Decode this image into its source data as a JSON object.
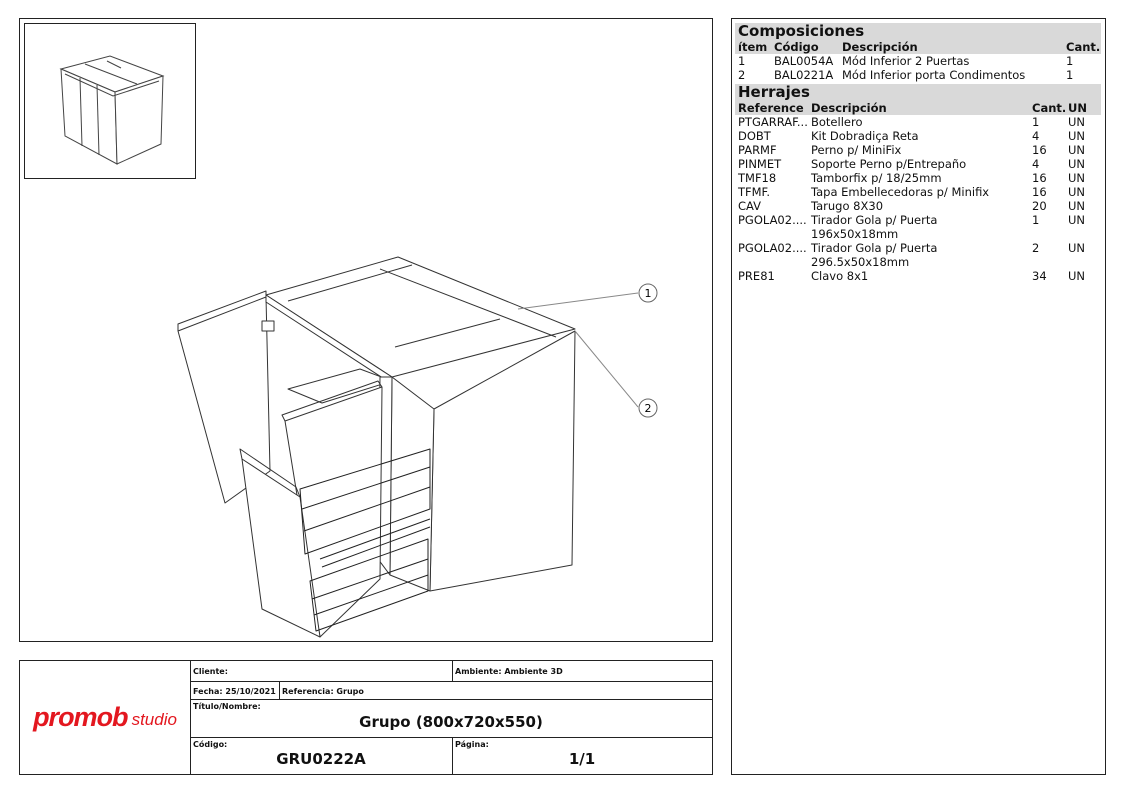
{
  "compositions": {
    "title": "Composiciones",
    "headers": [
      "ítem",
      "Código",
      "Descripción",
      "Cant."
    ],
    "rows": [
      [
        "1",
        "BAL0054A",
        "Mód Inferior 2 Puertas",
        "1"
      ],
      [
        "2",
        "BAL0221A",
        "Mód Inferior porta Condimentos",
        "1"
      ]
    ]
  },
  "hardware": {
    "title": "Herrajes",
    "headers": [
      "Reference",
      "Descripción",
      "Cant.",
      "UN"
    ],
    "rows": [
      [
        "PTGARRAF...",
        "Botellero",
        "1",
        "UN"
      ],
      [
        "DOBT",
        "Kit Dobradiça Reta",
        "4",
        "UN"
      ],
      [
        "PARMF",
        "Perno p/ MiniFix",
        "16",
        "UN"
      ],
      [
        "PINMET",
        "Soporte Perno p/Entrepaño",
        "4",
        "UN"
      ],
      [
        "TMF18",
        "Tamborfix p/ 18/25mm",
        "16",
        "UN"
      ],
      [
        "TFMF.",
        "Tapa Embellecedoras p/ Minifix",
        "16",
        "UN"
      ],
      [
        "CAV",
        "Tarugo 8X30",
        "20",
        "UN"
      ],
      [
        "PGOLA02....",
        "Tirador Gola p/ Puerta 196x50x18mm",
        "1",
        "UN"
      ],
      [
        "PGOLA02....",
        "Tirador Gola p/ Puerta 296.5x50x18mm",
        "2",
        "UN"
      ],
      [
        "PRE81",
        "Clavo 8x1",
        "34",
        "UN"
      ]
    ]
  },
  "callouts": [
    "1",
    "2"
  ],
  "title_block": {
    "logo_main": "promob",
    "logo_sub": "studio",
    "cliente_label": "Cliente:",
    "ambiente_label": "Ambiente: Ambiente 3D",
    "fecha_label": "Fecha: 25/10/2021",
    "referencia_label": "Referencia: Grupo",
    "titulo_label": "Título/Nombre:",
    "titulo_value": "Grupo (800x720x550)",
    "codigo_label": "Código:",
    "codigo_value": "GRU0222A",
    "pagina_label": "Página:",
    "pagina_value": "1/1"
  },
  "colors": {
    "logo_red": "#e3171f",
    "header_gray": "#d9d9d9"
  }
}
